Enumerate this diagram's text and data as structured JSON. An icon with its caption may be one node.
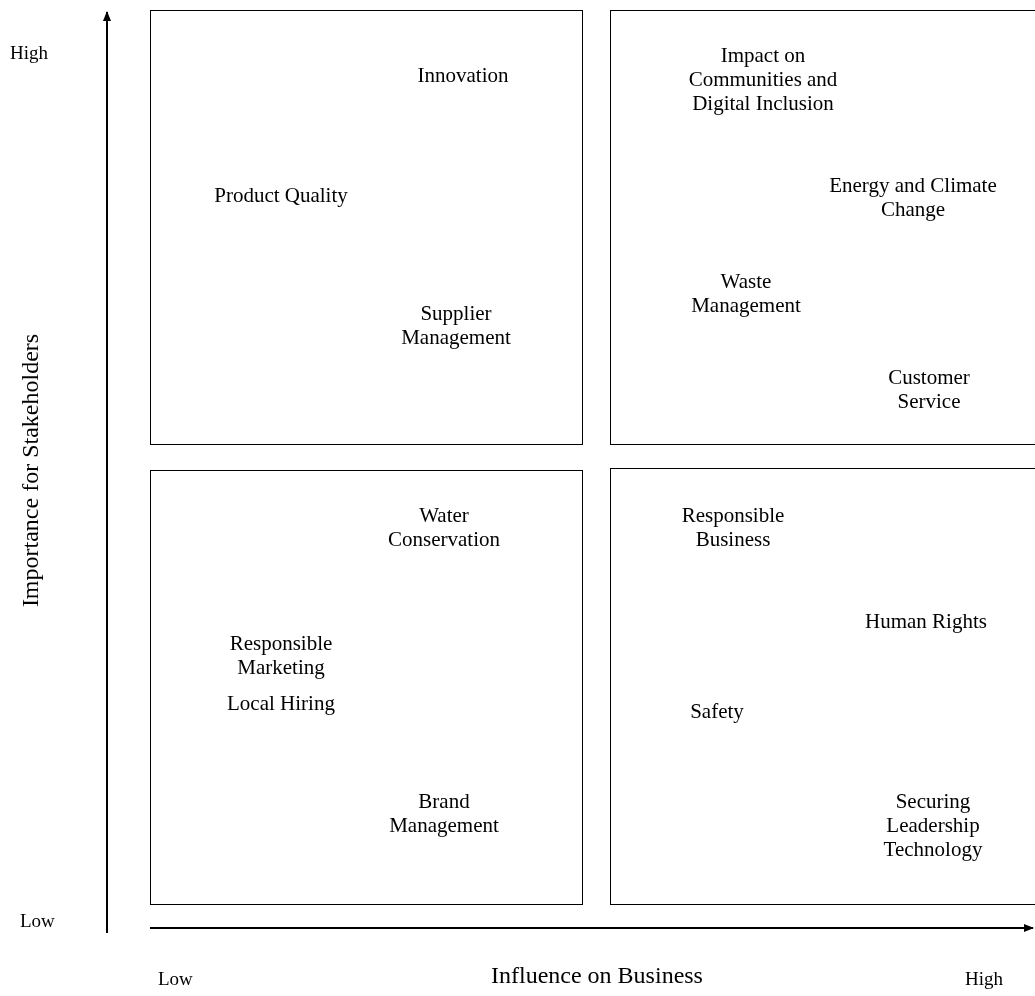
{
  "diagram": {
    "nodes": [
      {
        "text": [
          "Innovation",
          "Product Quality",
          "Supplier Management"
        ]
      },
      {
        "text": [
          "Impact on Communities and Digital Inclusion",
          "Energy and Climate Change",
          "Waste Management",
          "Customer Service"
        ]
      },
      {
        "text": [
          "Water Conservation",
          "Responsible Marketing",
          "Local Hiring",
          "Brand Management"
        ]
      },
      {
        "text": [
          "Responsible Business",
          "Human Rights",
          "Safety",
          "Securing Leadership Technology"
        ]
      }
    ],
    "labels": [
      "High",
      "Importance for Stakeholders",
      "Low",
      "Low",
      "Influence on Business",
      "High"
    ]
  }
}
